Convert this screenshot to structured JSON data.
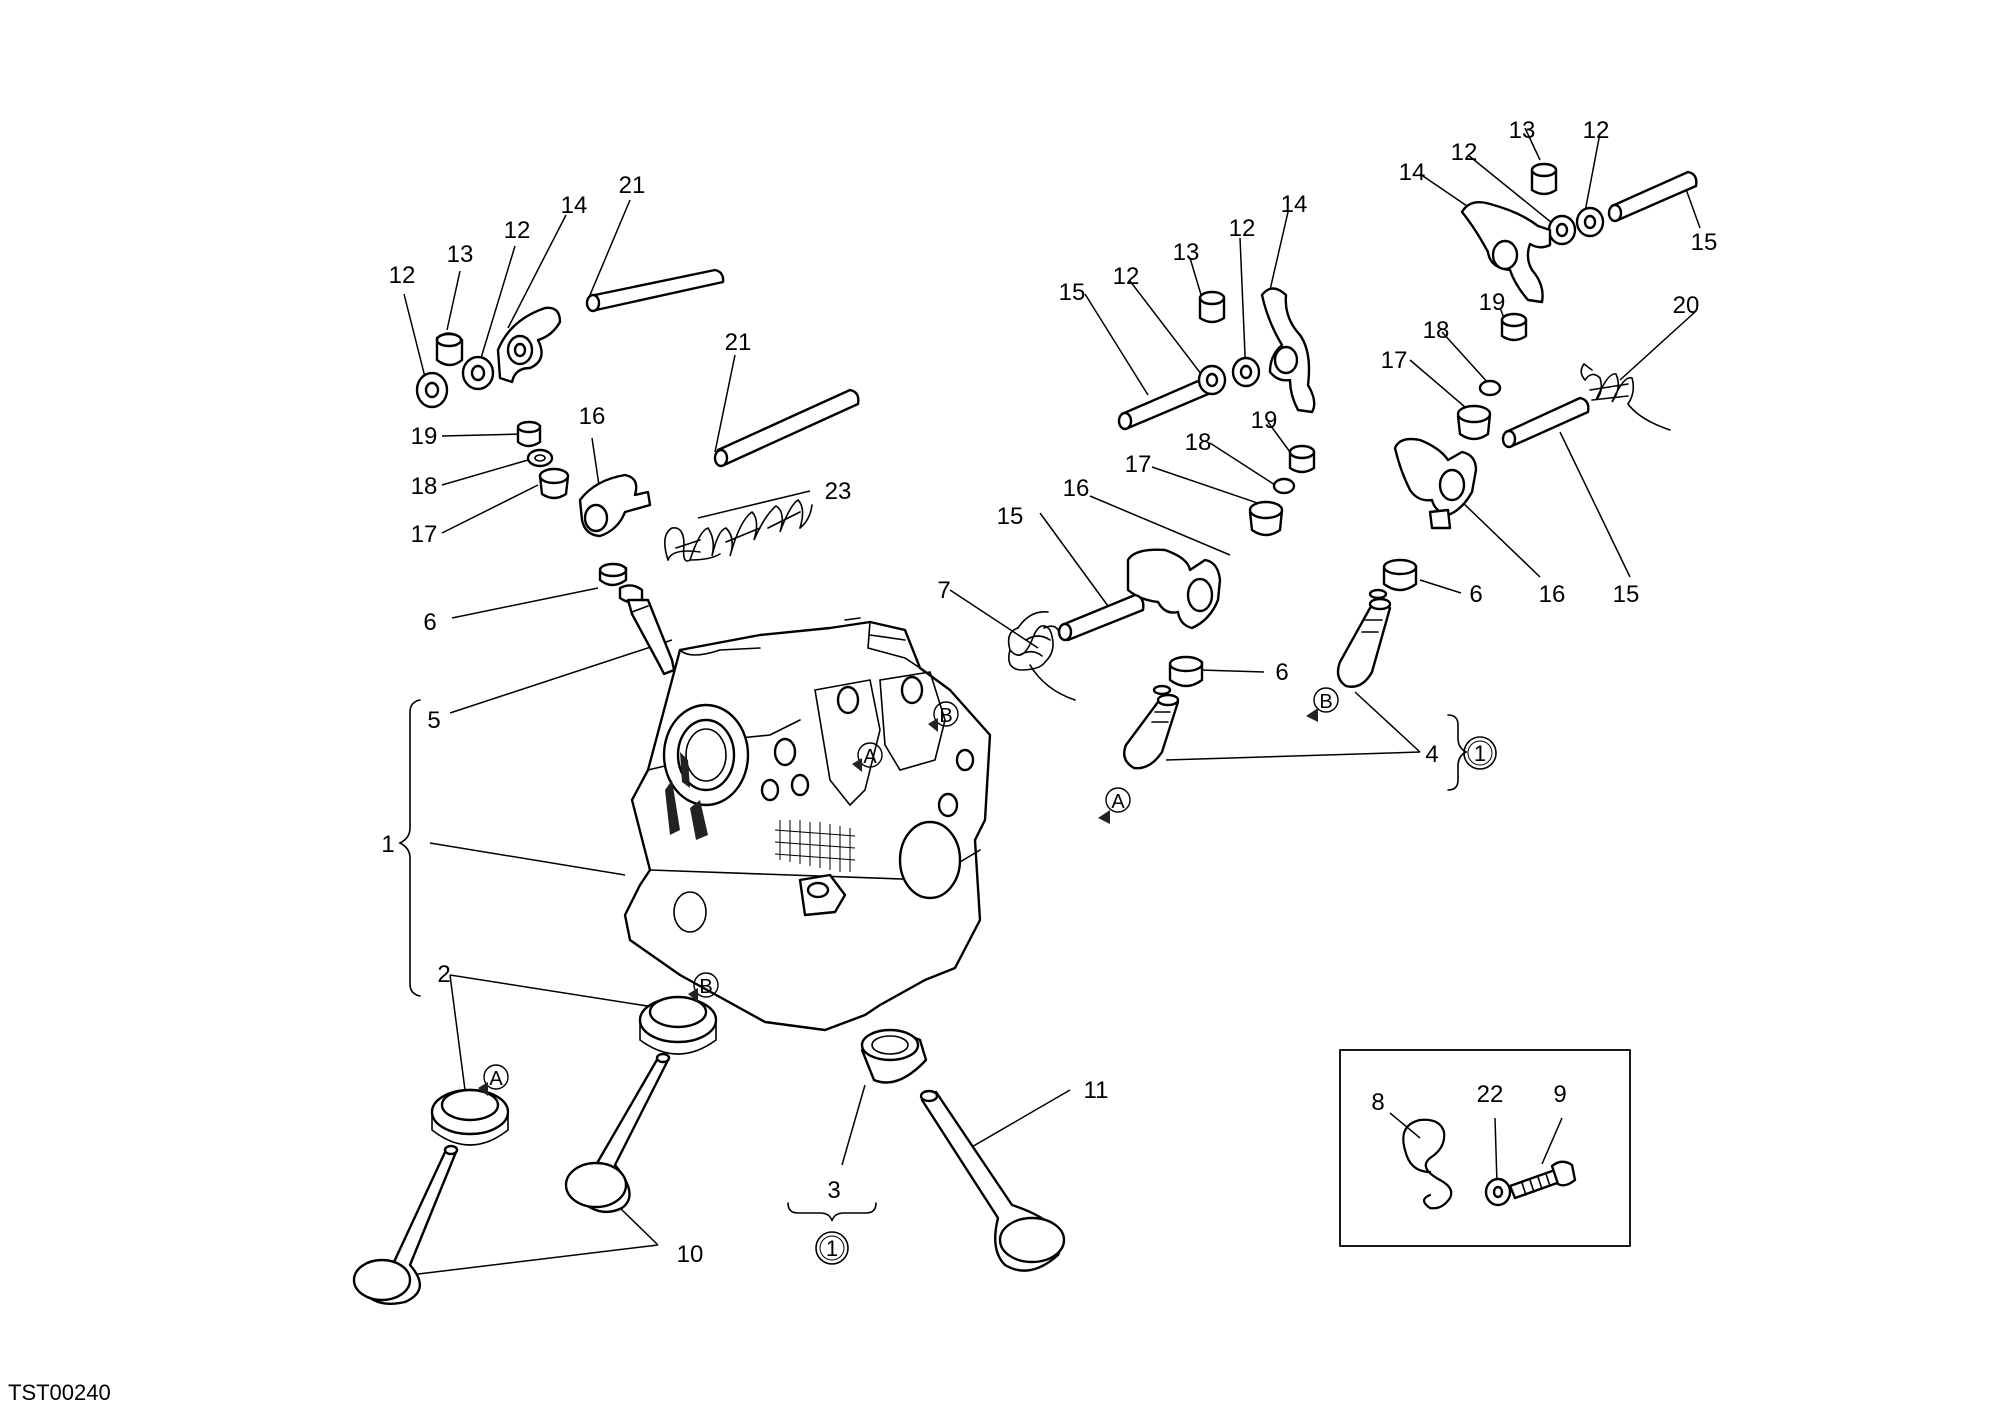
{
  "drawing_code": "TST00240",
  "callouts": [
    {
      "n": "12"
    },
    {
      "n": "13"
    },
    {
      "n": "12"
    },
    {
      "n": "14"
    },
    {
      "n": "21"
    },
    {
      "n": "21"
    },
    {
      "n": "16"
    },
    {
      "n": "19"
    },
    {
      "n": "18"
    },
    {
      "n": "17"
    },
    {
      "n": "23"
    },
    {
      "n": "6"
    },
    {
      "n": "5"
    },
    {
      "n": "1"
    },
    {
      "n": "2"
    },
    {
      "n": "10"
    },
    {
      "n": "3"
    },
    {
      "n": "11"
    },
    {
      "n": "15"
    },
    {
      "n": "12"
    },
    {
      "n": "13"
    },
    {
      "n": "12"
    },
    {
      "n": "14"
    },
    {
      "n": "19"
    },
    {
      "n": "18"
    },
    {
      "n": "17"
    },
    {
      "n": "16"
    },
    {
      "n": "15"
    },
    {
      "n": "7"
    },
    {
      "n": "6"
    },
    {
      "n": "13"
    },
    {
      "n": "12"
    },
    {
      "n": "12"
    },
    {
      "n": "14"
    },
    {
      "n": "15"
    },
    {
      "n": "19"
    },
    {
      "n": "18"
    },
    {
      "n": "17"
    },
    {
      "n": "20"
    },
    {
      "n": "6"
    },
    {
      "n": "16"
    },
    {
      "n": "15"
    },
    {
      "n": "4"
    },
    {
      "n": "8"
    },
    {
      "n": "22"
    },
    {
      "n": "9"
    }
  ],
  "position_marks": [
    {
      "mark": "A"
    },
    {
      "mark": "B"
    },
    {
      "mark": "B"
    },
    {
      "mark": "A"
    },
    {
      "mark": "B"
    },
    {
      "mark": "A"
    }
  ],
  "kit_refs": [
    {
      "ref": "1"
    },
    {
      "ref": "1"
    }
  ]
}
